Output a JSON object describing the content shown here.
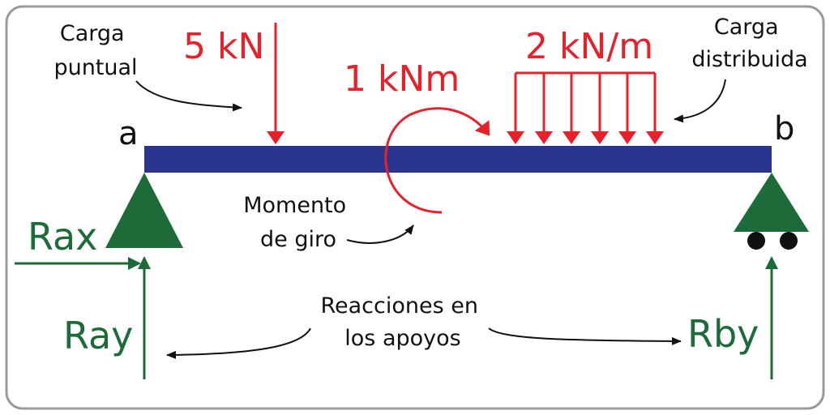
{
  "labels": {
    "point_load": [
      "Carga",
      "puntual"
    ],
    "distributed_load": [
      "Carga",
      "distribuida"
    ],
    "moment": [
      "Momento",
      "de giro"
    ],
    "reactions": [
      "Reacciones en",
      "los apoyos"
    ]
  },
  "loads": {
    "point": "5 kN",
    "moment": "1 kNm",
    "distributed": "2 kN/m"
  },
  "points": {
    "a": "a",
    "b": "b"
  },
  "reactions": {
    "rax": "Rax",
    "ray": "Ray",
    "rby": "Rby"
  },
  "colors": {
    "beam": "#2a3590",
    "load": "#e8202a",
    "support": "#1e6b3a",
    "border": "#9a9a9a"
  }
}
